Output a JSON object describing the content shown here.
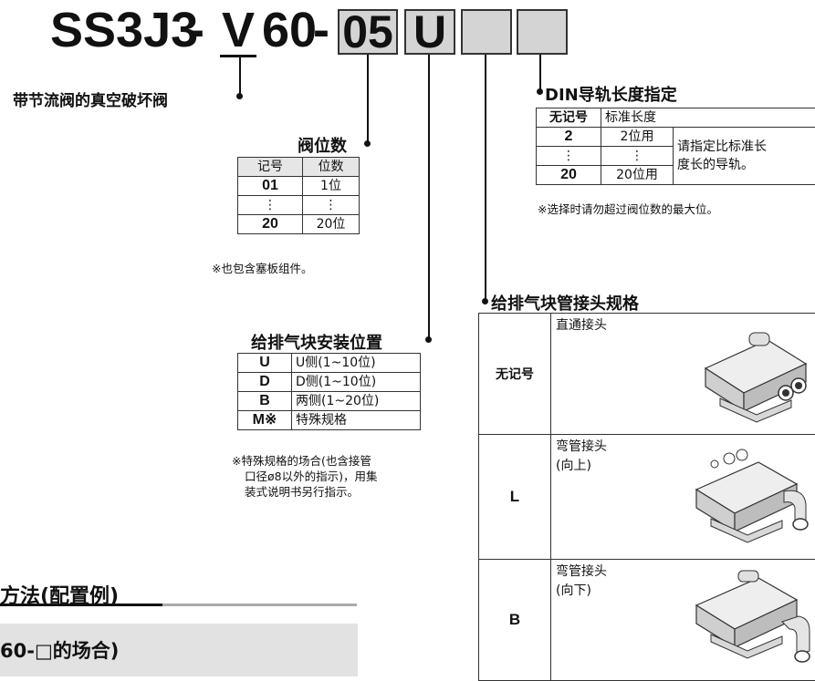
{
  "model": {
    "prefix": "SS3J3",
    "dash1": "-",
    "v": "V",
    "num": "60",
    "dash2": "-",
    "box1": "05",
    "box2": "U",
    "box3": "",
    "box4": ""
  },
  "left_label": "带节流阀的真空破坏阀",
  "stations": {
    "title": "阀位数",
    "headers": [
      "记号",
      "位数"
    ],
    "rows": [
      [
        "01",
        "1位"
      ],
      [
        "⋮",
        "⋮"
      ],
      [
        "20",
        "20位"
      ]
    ],
    "note": "※也包含塞板组件。"
  },
  "supply": {
    "title": "给排气块安装位置",
    "rows": [
      [
        "U",
        "U侧(1~10位)"
      ],
      [
        "D",
        "D侧(1~10位)"
      ],
      [
        "B",
        "两侧(1~20位)"
      ],
      [
        "M※",
        "特殊规格"
      ]
    ],
    "note": [
      "※特殊规格的场合(也含接管",
      "口径ø8以外的指示)，用集",
      "装式说明书另行指示。"
    ]
  },
  "din": {
    "title": "DIN导轨长度指定",
    "rows": [
      [
        "无记号",
        "标准长度"
      ],
      [
        "2",
        "2位用"
      ],
      [
        "⋮",
        "⋮"
      ],
      [
        "20",
        "20位用"
      ]
    ],
    "merged": [
      "请指定比标准长",
      "度长的导轨。"
    ],
    "note": "※选择时请勿超过阀位数的最大位。"
  },
  "fitting": {
    "title": "给排气块管接头规格",
    "rows": [
      {
        "key": "无记号",
        "desc": [
          "直通接头"
        ]
      },
      {
        "key": "L",
        "desc": [
          "弯管接头",
          "(向上)"
        ]
      },
      {
        "key": "B",
        "desc": [
          "弯管接头",
          "(向下)"
        ]
      }
    ]
  },
  "section": {
    "heading": "方法(配置例)",
    "subheading": "60-□的场合)"
  }
}
